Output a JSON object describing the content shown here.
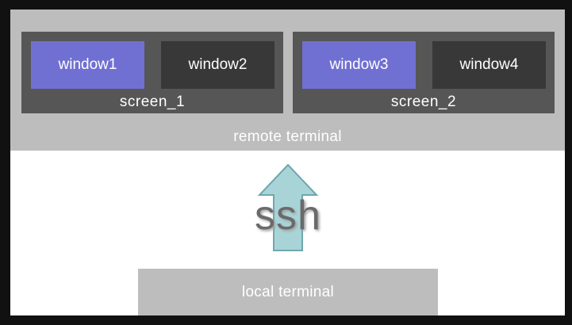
{
  "remote_terminal": {
    "label": "remote terminal",
    "screens": [
      {
        "label": "screen_1",
        "windows": [
          {
            "label": "window1",
            "active": true
          },
          {
            "label": "window2",
            "active": false
          }
        ]
      },
      {
        "label": "screen_2",
        "windows": [
          {
            "label": "window3",
            "active": true
          },
          {
            "label": "window4",
            "active": false
          }
        ]
      }
    ]
  },
  "connection": {
    "label": "ssh",
    "icon": "up-arrow-icon",
    "color": "#a8d4d8"
  },
  "local_terminal": {
    "label": "local terminal"
  },
  "colors": {
    "active_window": "#7070d2",
    "inactive_window": "#383838",
    "screen": "#565656",
    "terminal": "#bdbdbd"
  }
}
